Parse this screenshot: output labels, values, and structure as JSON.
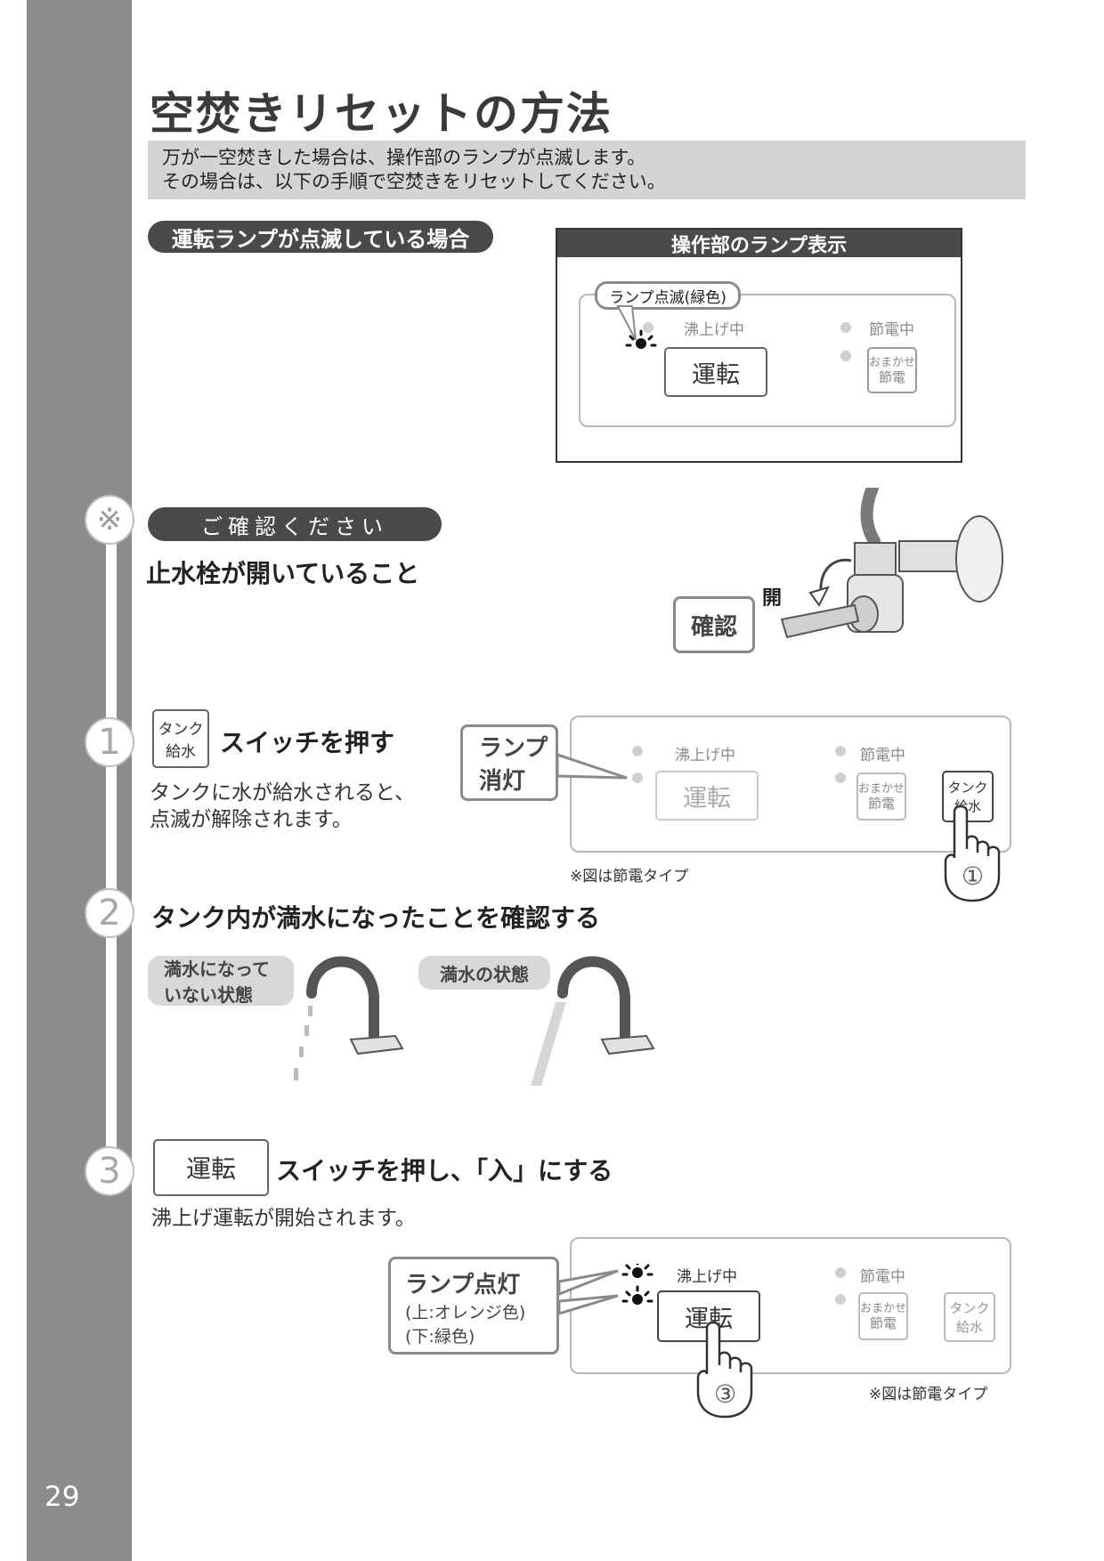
{
  "page": {
    "title": "空焚きリセットの方法",
    "intro_line1": "万が一空焚きした場合は、操作部のランプが点滅します。",
    "intro_line2": "その場合は、以下の手順で空焚きをリセットしてください。",
    "page_number": "29"
  },
  "case_label": "運転ランプが点滅している場合",
  "lamp_display": {
    "header": "操作部のランプ表示",
    "callout": "ランプ点滅(緑色)",
    "label_boiling": "沸上げ中",
    "label_saving": "節電中",
    "button_run": "運転",
    "button_omakase_1": "おまかせ",
    "button_omakase_2": "節電"
  },
  "confirm": {
    "mark": "※",
    "pill": "ご確認ください",
    "text": "止水栓が開いていること",
    "open_label": "開",
    "check_label": "確認"
  },
  "step1": {
    "number": "1",
    "icon_line1": "タンク",
    "icon_line2": "給水",
    "heading": "スイッチを押す",
    "desc_line1": "タンクに水が給水されると、",
    "desc_line2": "点滅が解除されます。",
    "callout_line1": "ランプ",
    "callout_line2": "消灯",
    "label_boiling": "沸上げ中",
    "label_saving": "節電中",
    "button_run": "運転",
    "button_omakase_1": "おまかせ",
    "button_omakase_2": "節電",
    "button_tank_1": "タンク",
    "button_tank_2": "給水",
    "note": "※図は節電タイプ",
    "finger_num": "①"
  },
  "step2": {
    "number": "2",
    "heading": "タンク内が満水になったことを確認する",
    "not_full_line1": "満水になって",
    "not_full_line2": "いない状態",
    "full": "満水の状態"
  },
  "step3": {
    "number": "3",
    "switch": "運転",
    "heading": "スイッチを押し、「入」にする",
    "desc": "沸上げ運転が開始されます。",
    "callout_line1": "ランプ点灯",
    "callout_line2": "(上:オレンジ色)",
    "callout_line3": "(下:緑色)",
    "label_boiling": "沸上げ中",
    "label_saving": "節電中",
    "button_run": "運転",
    "button_omakase_1": "おまかせ",
    "button_omakase_2": "節電",
    "button_tank_1": "タンク",
    "button_tank_2": "給水",
    "note": "※図は節電タイプ",
    "finger_num": "③"
  }
}
